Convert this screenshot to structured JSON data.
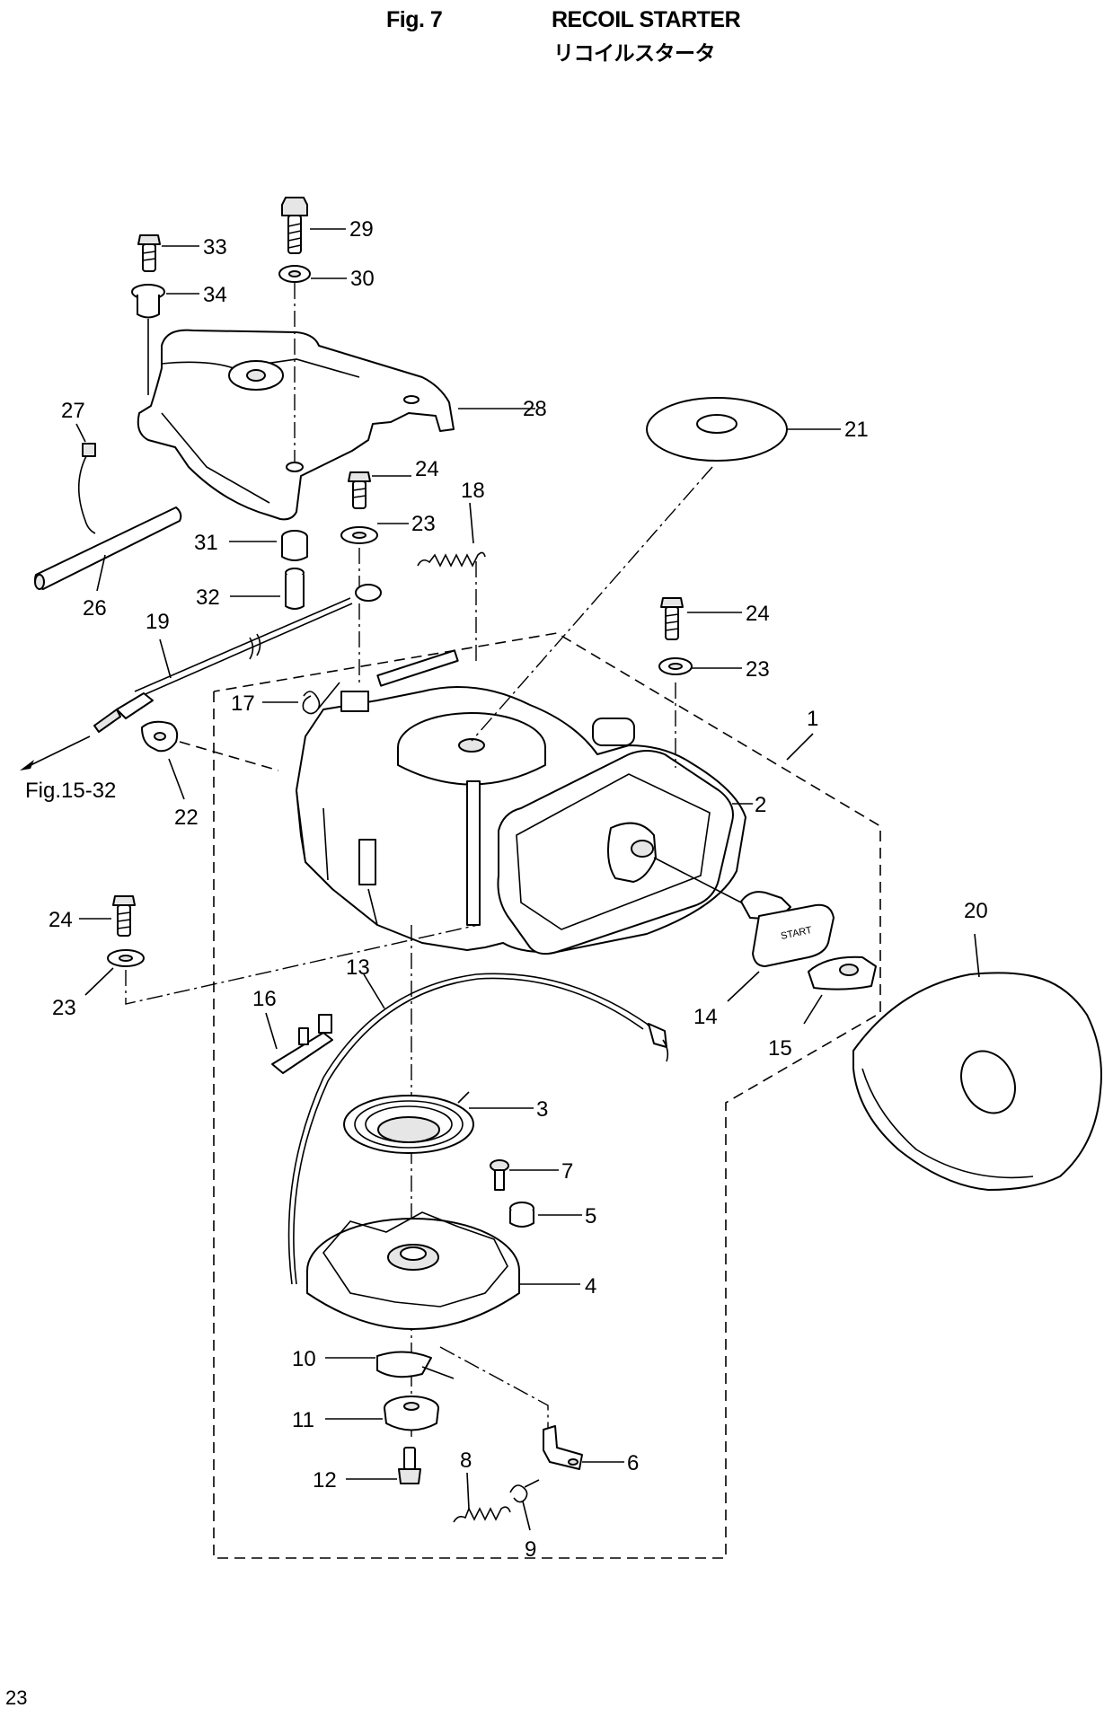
{
  "header": {
    "fig_label": "Fig. 7",
    "title_en": "RECOIL STARTER",
    "title_jp": "リコイルスタータ"
  },
  "page_number": "23",
  "cross_reference": "Fig.15-32",
  "callouts": {
    "c1": "1",
    "c2": "2",
    "c3": "3",
    "c4": "4",
    "c5": "5",
    "c6": "6",
    "c7": "7",
    "c8": "8",
    "c9": "9",
    "c10": "10",
    "c11": "11",
    "c12": "12",
    "c13": "13",
    "c14": "14",
    "c15": "15",
    "c16": "16",
    "c17": "17",
    "c18": "18",
    "c19": "19",
    "c20": "20",
    "c21": "21",
    "c22": "22",
    "c23a": "23",
    "c23b": "23",
    "c23c": "23",
    "c24a": "24",
    "c24b": "24",
    "c24c": "24",
    "c26": "26",
    "c27": "27",
    "c28": "28",
    "c29": "29",
    "c30": "30",
    "c31": "31",
    "c32": "32",
    "c33": "33",
    "c34": "34"
  },
  "handle_text": "START"
}
